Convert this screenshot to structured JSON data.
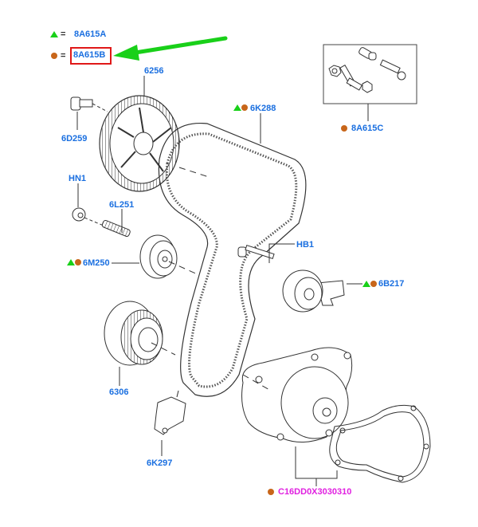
{
  "legend": {
    "triangle": {
      "symbol": "green-triangle",
      "equals": "=",
      "code": "8A615A",
      "color": "#19d019"
    },
    "circle": {
      "symbol": "orange-circle",
      "equals": "=",
      "code": "8A615B",
      "color": "#c8661a",
      "highlighted": true
    }
  },
  "annotation": {
    "arrow": "green-arrow",
    "arrow_color": "#19d019",
    "highlight_color": "#e01818"
  },
  "parts": [
    {
      "id": "6256",
      "label": "6256",
      "markers": []
    },
    {
      "id": "6D259",
      "label": "6D259",
      "markers": []
    },
    {
      "id": "HN1",
      "label": "HN1",
      "markers": []
    },
    {
      "id": "6L251",
      "label": "6L251",
      "markers": []
    },
    {
      "id": "6M250",
      "label": "6M250",
      "markers": [
        "triangle",
        "circle"
      ]
    },
    {
      "id": "6K288",
      "label": "6K288",
      "markers": [
        "triangle",
        "circle"
      ]
    },
    {
      "id": "HB1",
      "label": "HB1",
      "markers": []
    },
    {
      "id": "6B217",
      "label": "6B217",
      "markers": [
        "triangle",
        "circle"
      ]
    },
    {
      "id": "6306",
      "label": "6306",
      "markers": []
    },
    {
      "id": "6K297",
      "label": "6K297",
      "markers": []
    },
    {
      "id": "8A615C",
      "label": "8A615C",
      "markers": [
        "circle"
      ]
    },
    {
      "id": "C16DD0X3030310",
      "label": "C16DD0X3030310",
      "markers": [
        "circle"
      ]
    }
  ],
  "colors": {
    "label": "#1a6fe0",
    "special_label": "#e020e0",
    "line": "#222222"
  }
}
